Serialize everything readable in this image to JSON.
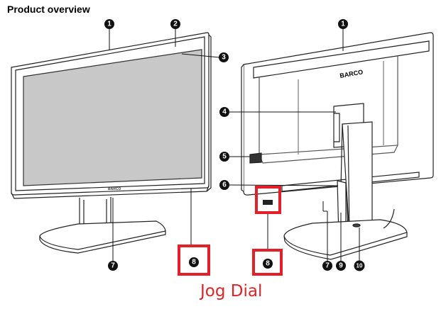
{
  "header": {
    "title": "Product overview"
  },
  "caption": "Jog Dial",
  "brand_logo": "BARCO",
  "callouts": [
    "1",
    "2",
    "3",
    "4",
    "5",
    "6",
    "7",
    "8",
    "9",
    "10"
  ],
  "colors": {
    "highlight": "#e3202a",
    "caption": "#d9252a",
    "callout_fill": "#111111"
  }
}
